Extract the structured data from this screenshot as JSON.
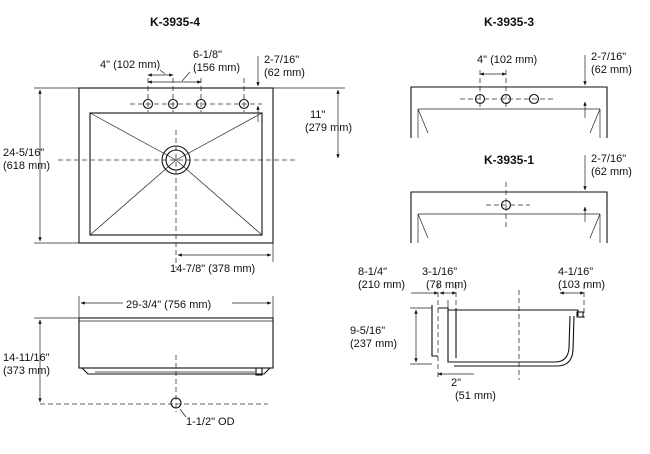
{
  "titles": {
    "t4": "K-3935-4",
    "t3": "K-3935-3",
    "t1": "K-3935-1"
  },
  "labels": {
    "d_4in": "4\" (102 mm)",
    "d_618_a": "6-1/8\"",
    "d_618_b": "(156 mm)",
    "d_2716_a": "2-7/16\"",
    "d_2716_b": "(62 mm)",
    "d_11_a": "11\"",
    "d_11_b": "(279 mm)",
    "d_24516_a": "24-5/16\"",
    "d_24516_b": "(618 mm)",
    "d_1478": "14-7/8\" (378 mm)",
    "d_2934": "29-3/4\" (756 mm)",
    "d_141116_a": "14-11/16\"",
    "d_141116_b": "(373 mm)",
    "d_112": "1-1/2\" OD",
    "d_4in_3": "4\" (102 mm)",
    "d_2716_3a": "2-7/16\"",
    "d_2716_3b": "(62 mm)",
    "d_2716_1a": "2-7/16\"",
    "d_2716_1b": "(62 mm)",
    "d_814_a": "8-1/4\"",
    "d_814_b": "(210 mm)",
    "d_3116_a": "3-1/16\"",
    "d_3116_b": "(78 mm)",
    "d_4116_a": "4-1/16\"",
    "d_4116_b": "(103 mm)",
    "d_9516_a": "9-5/16\"",
    "d_9516_b": "(237 mm)",
    "d_2_a": "2\"",
    "d_2_b": "(51 mm)"
  }
}
